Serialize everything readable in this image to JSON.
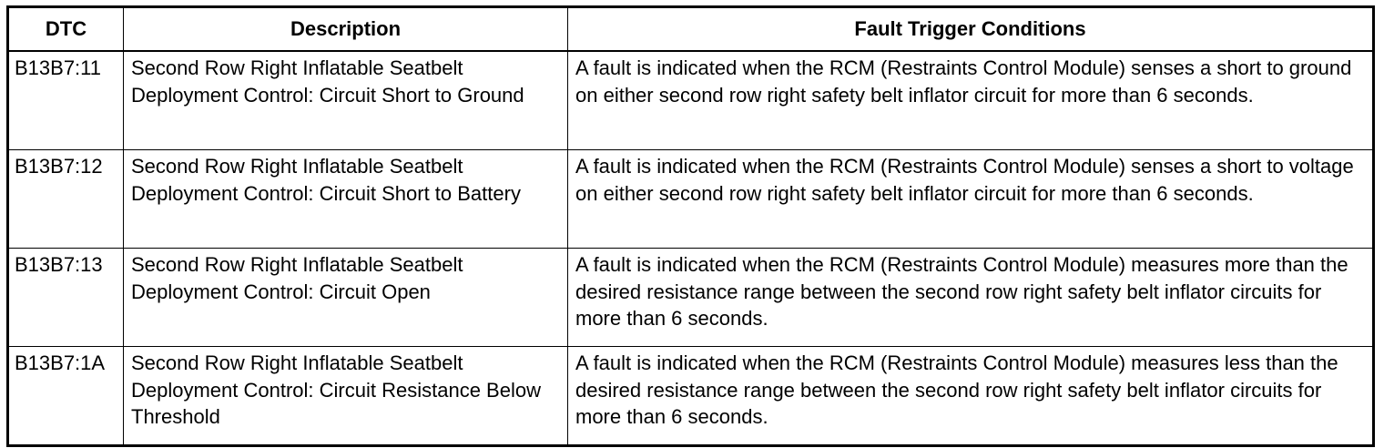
{
  "table": {
    "headers": [
      "DTC",
      "Description",
      "Fault Trigger Conditions"
    ],
    "rows": [
      {
        "dtc": "B13B7:11",
        "description": "Second Row Right Inflatable Seatbelt Deployment Control: Circuit Short to Ground",
        "conditions": "A fault is indicated when the RCM (Restraints Control Module) senses a short to ground on either second row right safety belt inflator circuit for more than 6 seconds."
      },
      {
        "dtc": "B13B7:12",
        "description": "Second Row Right Inflatable Seatbelt Deployment Control: Circuit Short to Battery",
        "conditions": "A fault is indicated when the RCM (Restraints Control Module) senses a short to voltage on either second row right safety belt inflator circuit for more than 6 seconds."
      },
      {
        "dtc": "B13B7:13",
        "description": "Second Row Right Inflatable Seatbelt Deployment Control: Circuit Open",
        "conditions": "A fault is indicated when the RCM (Restraints Control Module) measures more than the desired resistance range between the second row right safety belt inflator circuits for more than 6 seconds."
      },
      {
        "dtc": "B13B7:1A",
        "description": "Second Row Right Inflatable Seatbelt Deployment Control: Circuit Resistance Below Threshold",
        "conditions": "A fault is indicated when the RCM (Restraints Control Module) measures less than the desired resistance range between the second row right safety belt inflator circuits for more than 6 seconds."
      }
    ]
  }
}
